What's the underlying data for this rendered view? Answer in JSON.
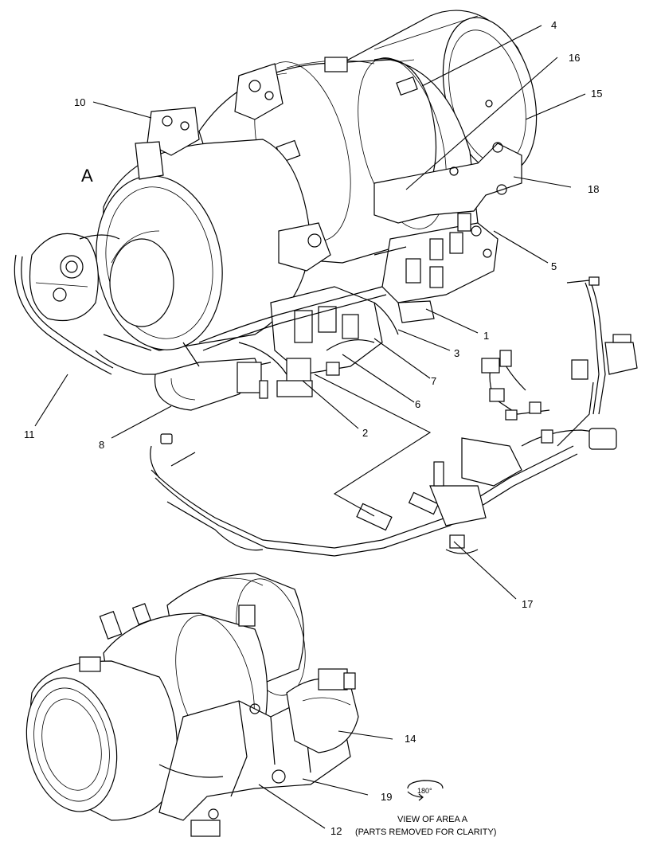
{
  "view_label": "A",
  "callouts": {
    "c1": "1",
    "c2": "2",
    "c3": "3",
    "c4": "4",
    "c5": "5",
    "c6": "6",
    "c7": "7",
    "c8": "8",
    "c10": "10",
    "c11": "11",
    "c12": "12",
    "c14": "14",
    "c15": "15",
    "c16": "16",
    "c17": "17",
    "c18": "18",
    "c19": "19"
  },
  "rotation_label": "180°",
  "caption": {
    "line1": "VIEW OF AREA  A",
    "line2": "(PARTS REMOVED FOR CLARITY)"
  }
}
